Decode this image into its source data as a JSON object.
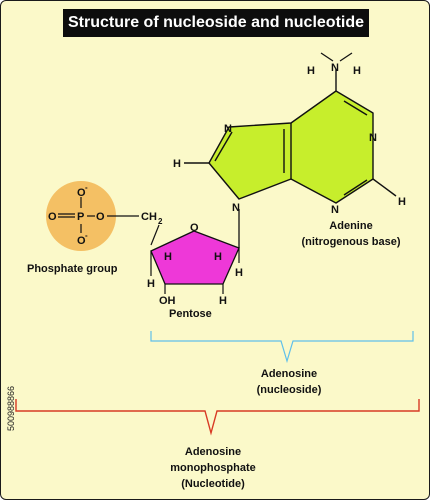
{
  "title": "Structure of nucleoside and nucleotide",
  "watermark": "500988866",
  "labels": {
    "phosphate_group": "Phosphate group",
    "pentose": "Pentose",
    "adenine_line1": "Adenine",
    "adenine_line2": "(nitrogenous base)",
    "adenosine_line1": "Adenosine",
    "adenosine_line2": "(nucleoside)",
    "amp_line1": "Adenosine",
    "amp_line2": "monophosphate",
    "amp_line3": "(Nucleotide)"
  },
  "atoms": {
    "H": "H",
    "N": "N",
    "O": "O",
    "P": "P",
    "OH": "OH",
    "CH2": "CH",
    "CH2_sub": "2",
    "O_minus": "-"
  },
  "colors": {
    "background": "#fbf9c9",
    "phosphate": "#f4c064",
    "pentose": "#ee38d8",
    "adenine": "#c7ee2c",
    "nucleoside_brace": "#5fc0ea",
    "nucleotide_brace": "#d83a24"
  }
}
